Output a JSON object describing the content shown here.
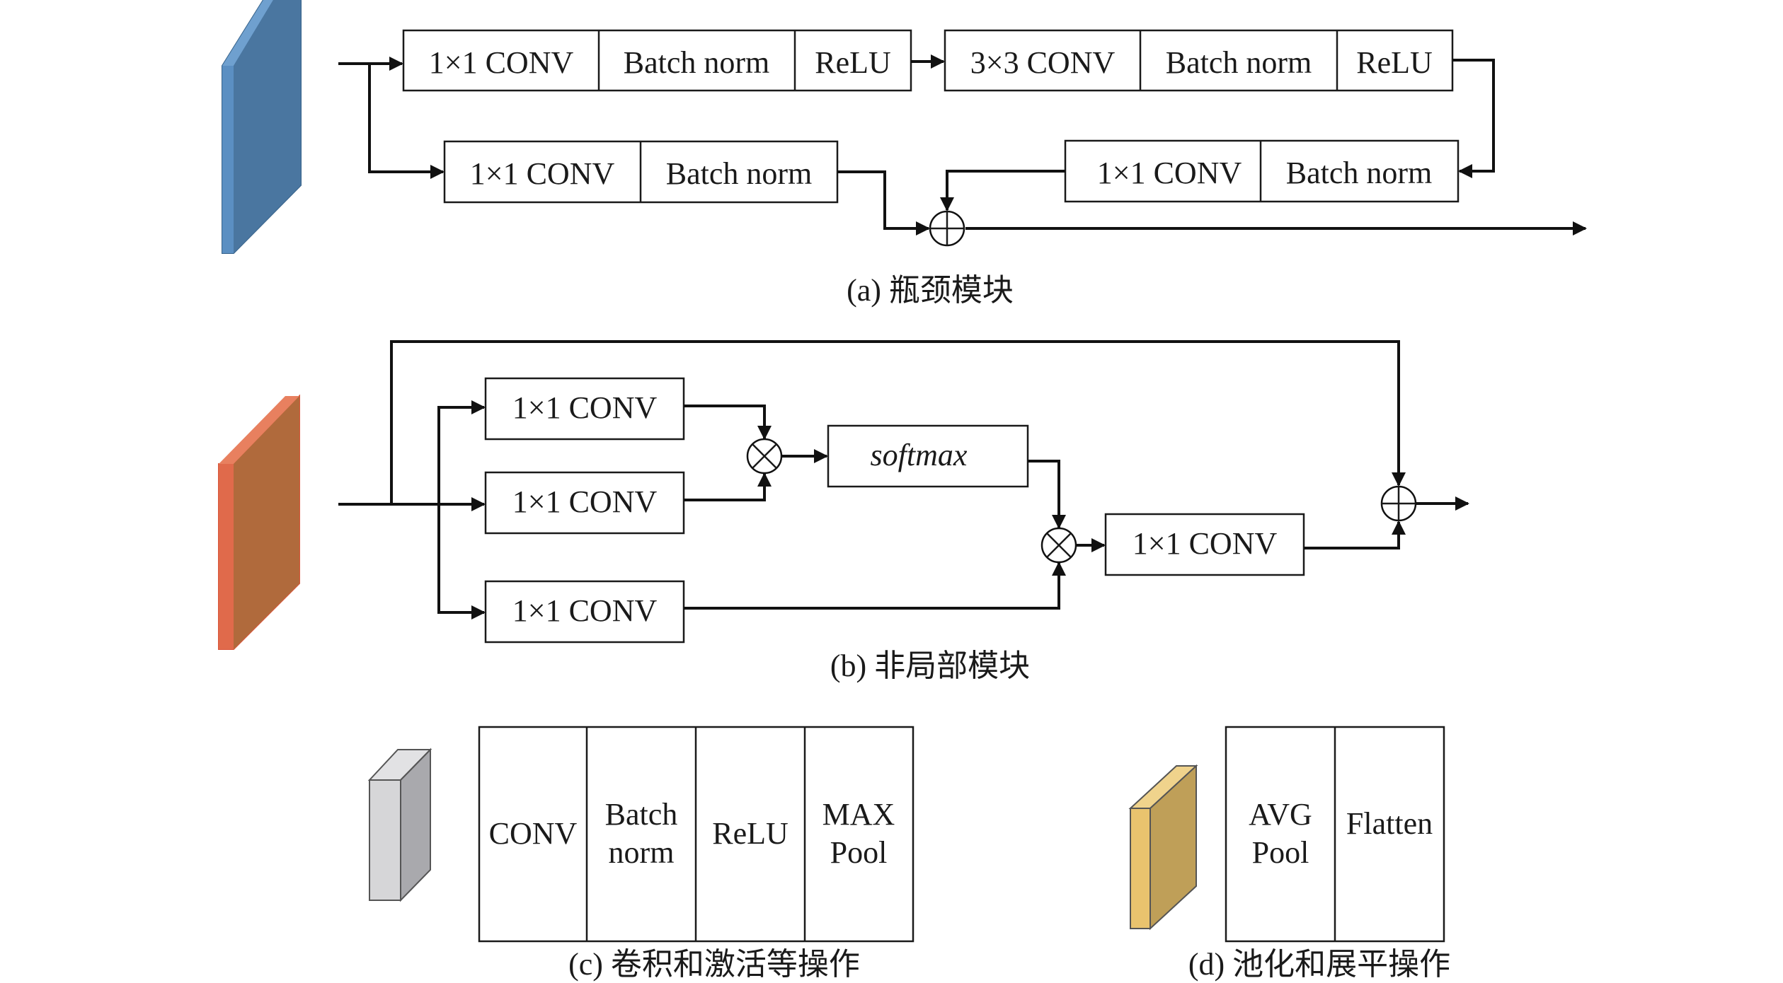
{
  "panel_a": {
    "top_row": [
      "1×1 CONV",
      "Batch norm",
      "ReLU",
      "3×3 CONV",
      "Batch norm",
      "ReLU"
    ],
    "shortcut": [
      "1×1 CONV",
      "Batch norm"
    ],
    "main_tail": [
      "1×1 CONV",
      "Batch norm"
    ],
    "caption": "(a) 瓶颈模块",
    "block_color": "#4a76a0"
  },
  "panel_b": {
    "conv_1": "1×1 CONV",
    "conv_2": "1×1 CONV",
    "conv_3": "1×1 CONV",
    "softmax": "softmax",
    "conv_out": "1×1 CONV",
    "caption": "(b) 非局部模块",
    "block_color": "#b06a3c"
  },
  "panel_c": {
    "cells": [
      "CONV",
      "Batch",
      "norm",
      "ReLU",
      "MAX",
      "Pool"
    ],
    "caption": "(c) 卷积和激活等操作",
    "block_color": "#a9a9ad"
  },
  "panel_d": {
    "cells": [
      "AVG",
      "Pool",
      "Flatten"
    ],
    "caption": "(d) 池化和展平操作",
    "block_color": "#c5a560"
  }
}
